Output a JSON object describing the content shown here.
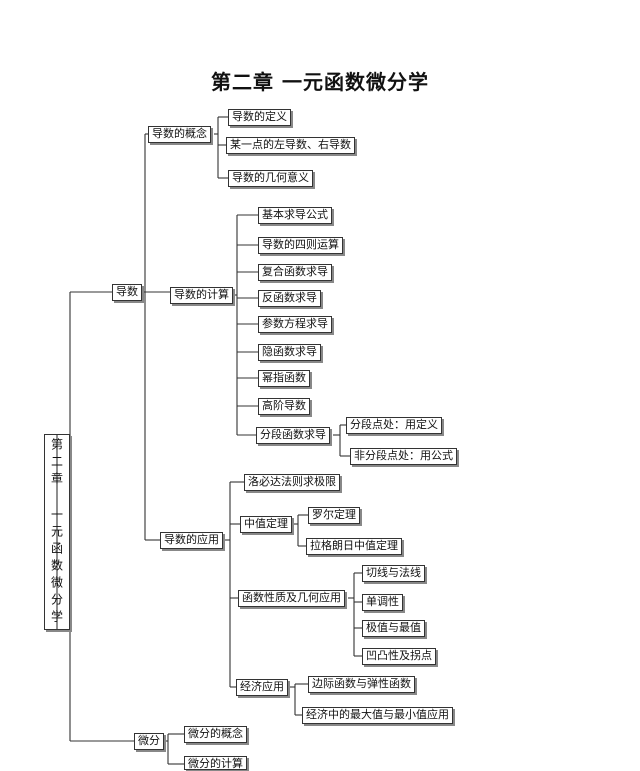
{
  "title": "第二章  一元函数微分学",
  "root": "第二章 一元函数微分学",
  "nodes": {
    "daoshu": "导数",
    "weifen": "微分",
    "gainian": "导数的概念",
    "dingyi": "导数的定义",
    "zuoyou": "某一点的左导数、右导数",
    "jihe": "导数的几何意义",
    "jisuan": "导数的计算",
    "jiben": "基本求导公式",
    "sizhe": "导数的四则运算",
    "fuhe": "复合函数求导",
    "fanhanshu": "反函数求导",
    "canshu": "参数方程求导",
    "yinhanshu": "隐函数求导",
    "mizhi": "幂指函数",
    "gaojie": "高阶导数",
    "fenduan": "分段函数求导",
    "fenduandian": "分段点处：用定义",
    "feifenduan": "非分段点处：用公式",
    "yingyong": "导数的应用",
    "luobida": "洛必达法则求极限",
    "zhongzhi": "中值定理",
    "luoer": "罗尔定理",
    "lagelangri": "拉格朗日中值定理",
    "hanshuxingzhi": "函数性质及几何应用",
    "qiexian": "切线与法线",
    "dandiao": "单调性",
    "jizhi": "极值与最值",
    "aotu": "凹凸性及拐点",
    "jingji": "经济应用",
    "bianji": "边际函数与弹性函数",
    "zuidazhi": "经济中的最大值与最小值应用",
    "weifengainian": "微分的概念",
    "weifenjisuan": "微分的计算"
  }
}
